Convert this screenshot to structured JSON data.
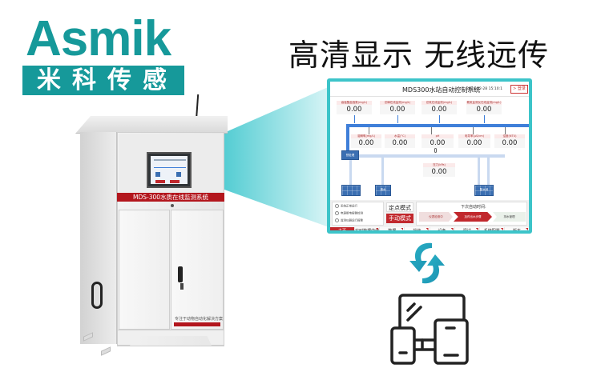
{
  "brand": {
    "name": "Asmik",
    "name_cn": "米科传感",
    "color": "#16999a"
  },
  "headline": "高清显示  无线远传",
  "cabinet": {
    "label": "MDS-300水质在线监测系统",
    "door_tag": "专注于动物自动化解决方案"
  },
  "screen": {
    "title": "MDS300水站自动控制系统",
    "datetime": "2026-02-28 15:10:1",
    "login_button": "> 登录",
    "top_measurements": [
      {
        "label": "高锰酸盐指数(mg/L)",
        "value": "0.00"
      },
      {
        "label": "总磷在线监测(mg/L)",
        "value": "0.00"
      },
      {
        "label": "总氮在线监测(mg/L)",
        "value": "0.00"
      },
      {
        "label": "氨氮监测仪在线监测(mg/L)",
        "value": "0.00"
      }
    ],
    "mid_measurements": [
      {
        "label": "溶解氧(mg/L)",
        "value": "0.00"
      },
      {
        "label": "水温(°C)",
        "value": "0.00"
      },
      {
        "label": "pH",
        "value": "0.00"
      },
      {
        "label": "电导率(μS/cm)",
        "value": "0.00"
      },
      {
        "label": "浊度(NTU)",
        "value": "0.00"
      }
    ],
    "pressure": {
      "label": "压力(kPa)",
      "value": "0.00"
    },
    "tank_labels": [
      "预处理",
      "",
      "清水",
      "配水池"
    ],
    "checklist": [
      "系统正常运行",
      "电源断电报警检测",
      "监测仪器运行报警"
    ],
    "mode_buttons": {
      "fixed": "定点模式",
      "manual": "手动模式"
    },
    "next_run_label": "下次自动时间:",
    "steps": [
      "仪表检测中",
      "加药出水步骤",
      "排水管理"
    ],
    "tabs": [
      "主页",
      "实时数据曲线",
      "数据",
      "操作",
      "设备",
      "调试",
      "系统配置",
      "版本"
    ],
    "active_tab": "主页",
    "accent_red": "#c1282d",
    "pipe_blue": "#3f7fd9",
    "frame_cyan": "#3cc4c9"
  },
  "icons": {
    "sync": "sync-arrows-icon",
    "devices": "multi-device-icon"
  }
}
